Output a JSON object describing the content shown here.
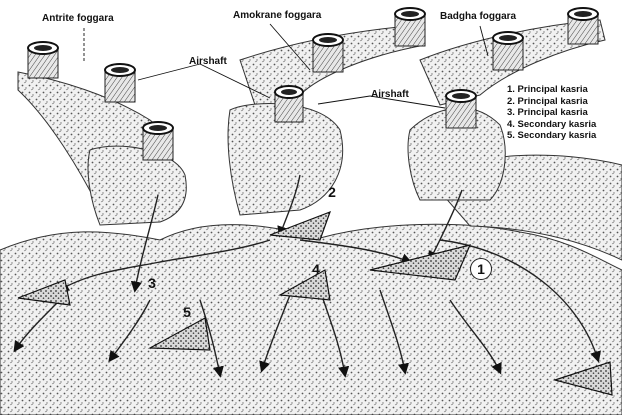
{
  "labels": {
    "antrite": "Antrite foggara",
    "amokrane": "Amokrane foggara",
    "badgha": "Badgha foggara",
    "airshaft_left": "Airshaft",
    "airshaft_right": "Airshaft"
  },
  "legend": [
    "1. Principal kasria",
    "2. Principal kasria",
    "3. Principal kasria",
    "4. Secondary kasria",
    "5. Secondary kasria"
  ],
  "markers": {
    "m1": "1",
    "m2": "2",
    "m3": "3",
    "m4": "4",
    "m5": "5"
  }
}
